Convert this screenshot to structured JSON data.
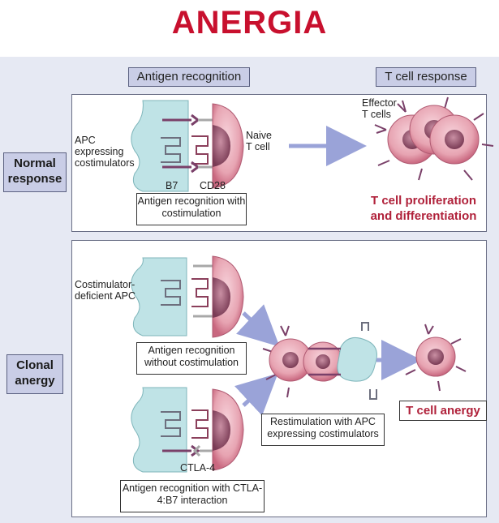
{
  "title": "ANERGIA",
  "headers": {
    "antigen_recognition": "Antigen recognition",
    "t_cell_response": "T cell response"
  },
  "rows": {
    "normal": {
      "label": "Normal response",
      "apc_label": "APC expressing costimulators",
      "b7": "B7",
      "cd28": "CD28",
      "naive": "Naive T cell",
      "caption": "Antigen recognition with costimulation",
      "effector": "Effector T cells",
      "result": "T cell proliferation and differentiation"
    },
    "clonal": {
      "label": "Clonal anergy",
      "apc_label": "Costimulator-deficient APC",
      "caption_a": "Antigen recognition without costimulation",
      "ctla4": "CTLA-4",
      "caption_b": "Antigen recognition with CTLA-4:B7 interaction",
      "restim": "Restimulation with APC expressing costimulators",
      "result": "T cell anergy"
    }
  },
  "colors": {
    "title": "#c8102e",
    "result": "#b0213a",
    "apc": "#bfe3e6",
    "tcell": "#e7a4b2",
    "arrow": "#9aa3d8"
  }
}
